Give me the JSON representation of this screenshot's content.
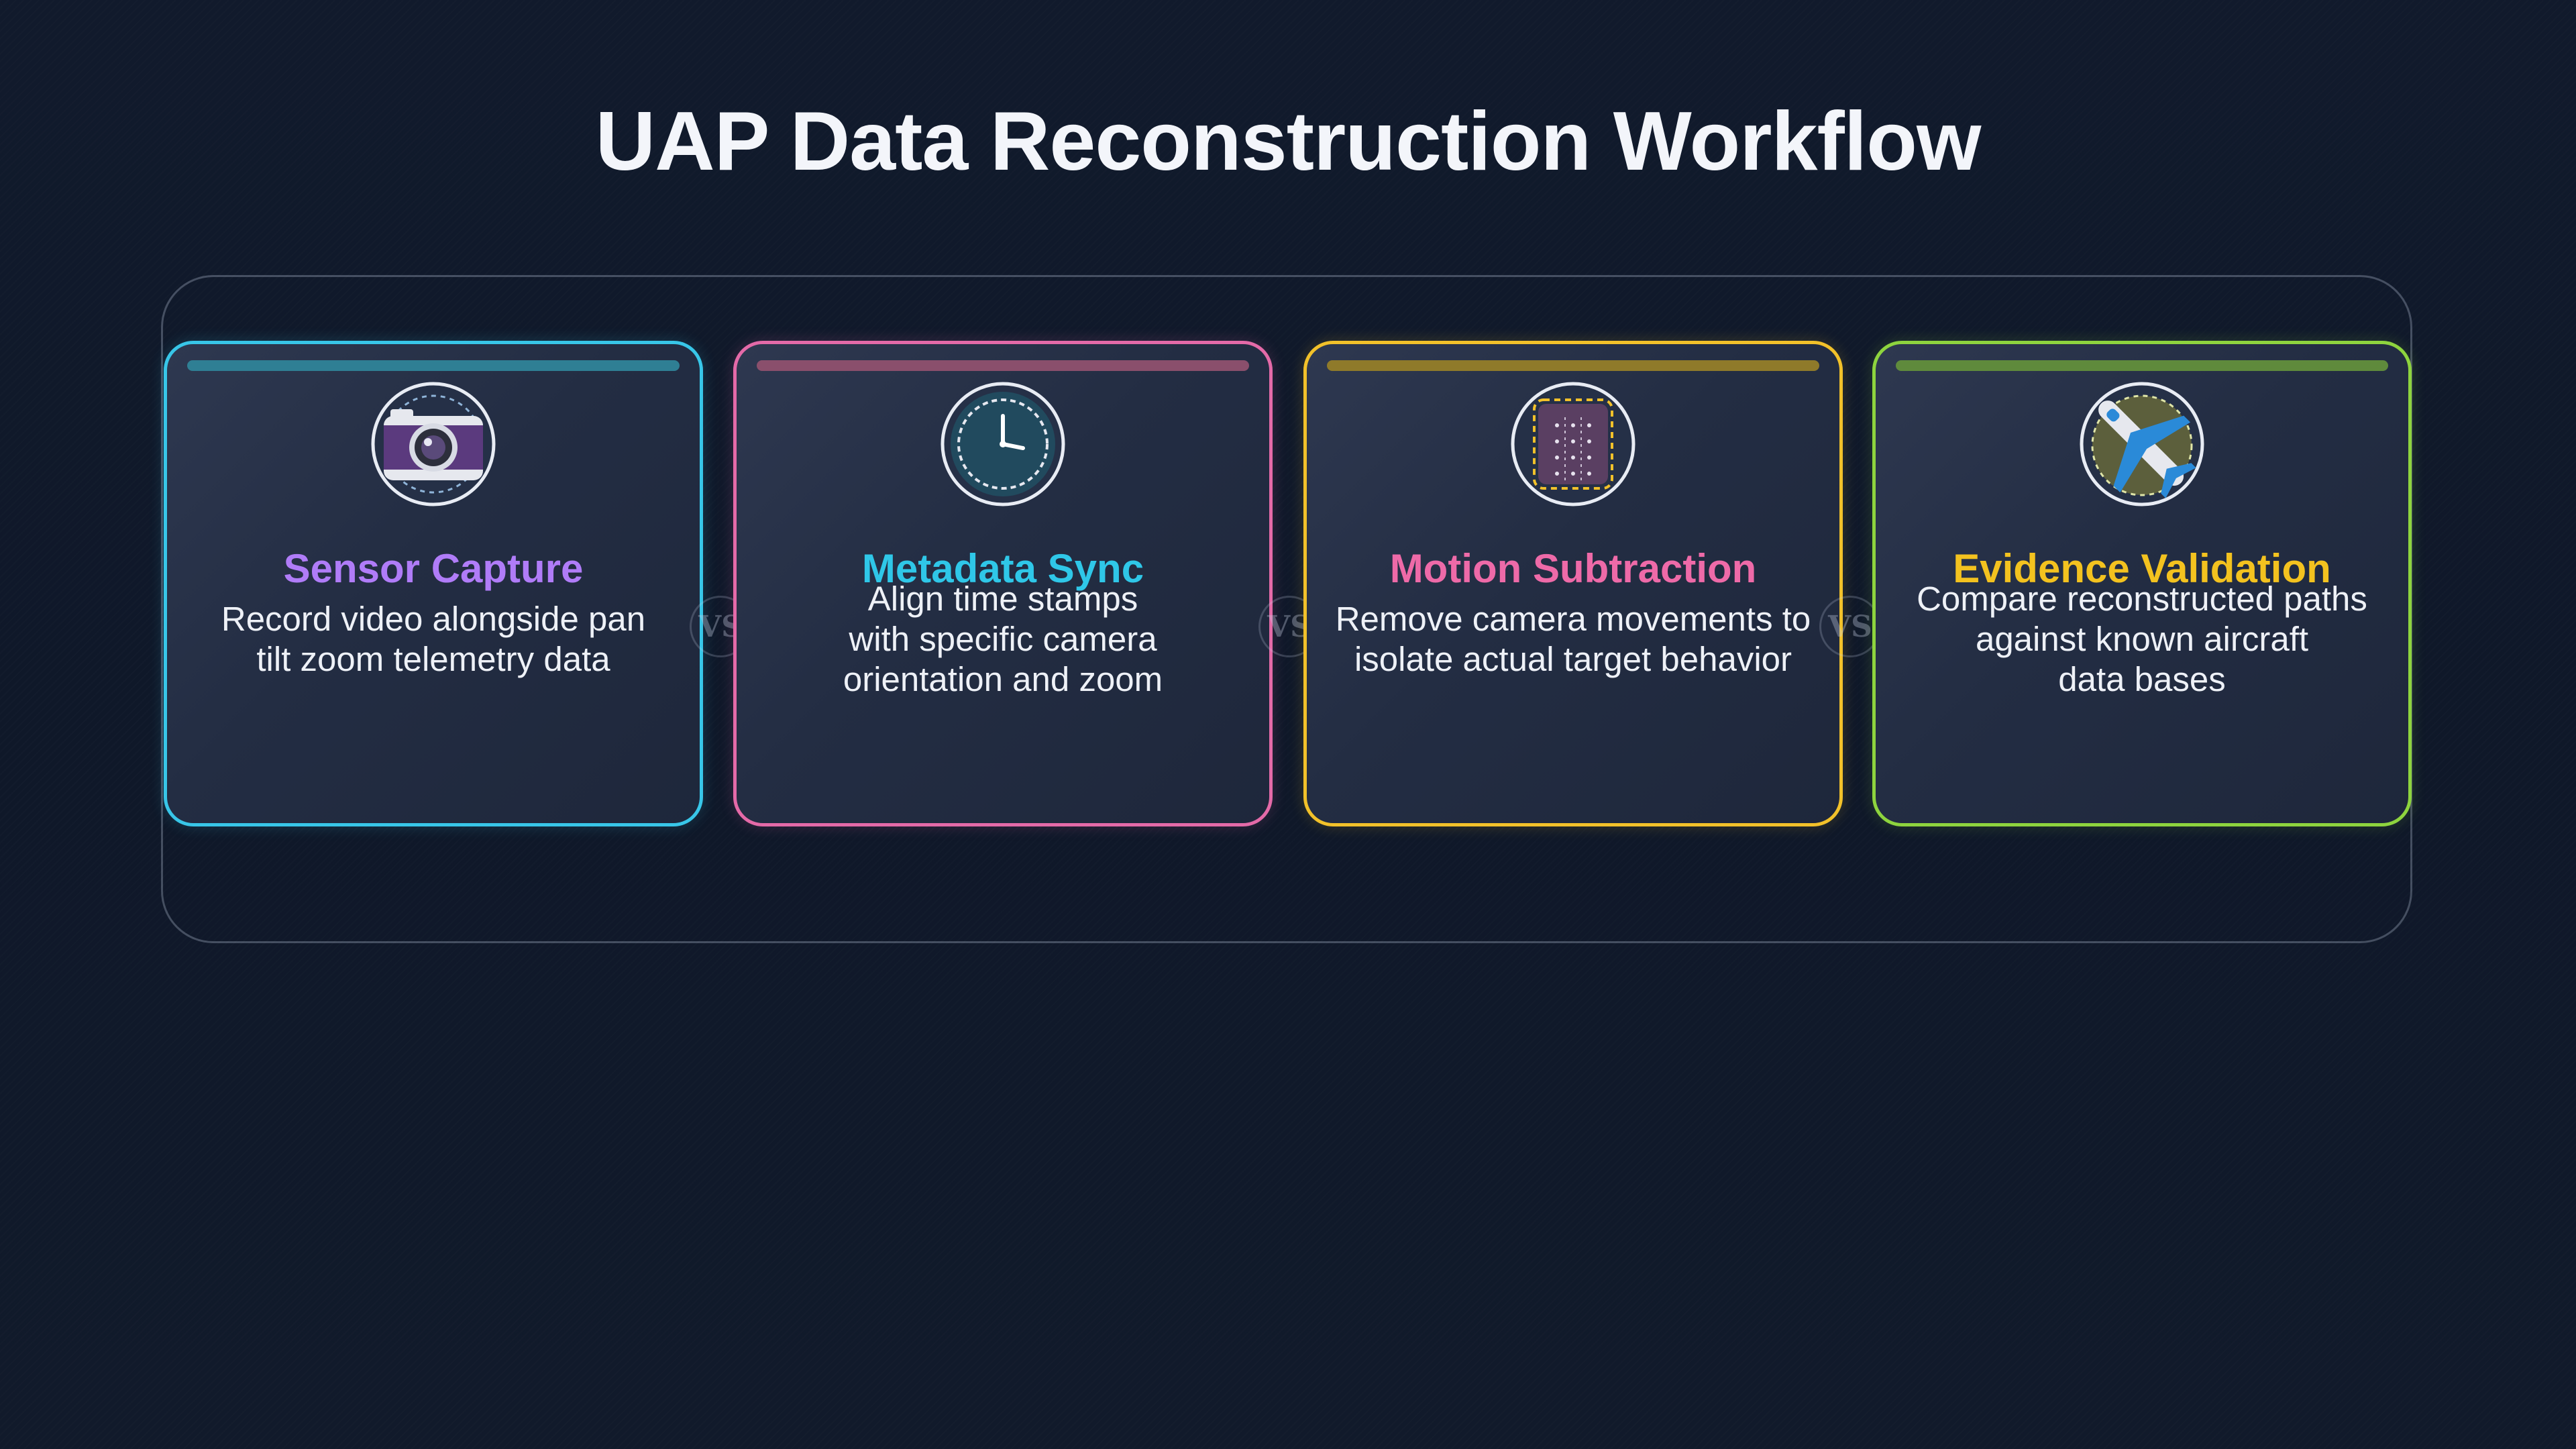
{
  "title": "UAP Data Reconstruction Workflow",
  "connector_label": "VS",
  "steps": [
    {
      "title": "Sensor Capture",
      "description": "Record video alongside pan\ntilt zoom telemetry data",
      "icon": "camera-icon",
      "border_color": "#38c6e8",
      "title_color": "#b07cf8",
      "bar_color": "#2f7f94"
    },
    {
      "title": "Metadata Sync",
      "description": "Align time stamps\nwith specific camera\norientation and zoom",
      "icon": "clock-icon",
      "border_color": "#e46aa8",
      "title_color": "#2fc7e8",
      "bar_color": "#8a4f6c"
    },
    {
      "title": "Motion Subtraction",
      "description": "Remove camera movements to\nisolate actual target behavior",
      "icon": "grid-frame-icon",
      "border_color": "#f2c12a",
      "title_color": "#ee6aa8",
      "bar_color": "#8f7a2a"
    },
    {
      "title": "Evidence Validation",
      "description": "Compare reconstructed paths\nagainst known aircraft\ndata bases",
      "icon": "airplane-icon",
      "border_color": "#8ed43e",
      "title_color": "#f3c21f",
      "bar_color": "#5f8a3c"
    }
  ]
}
